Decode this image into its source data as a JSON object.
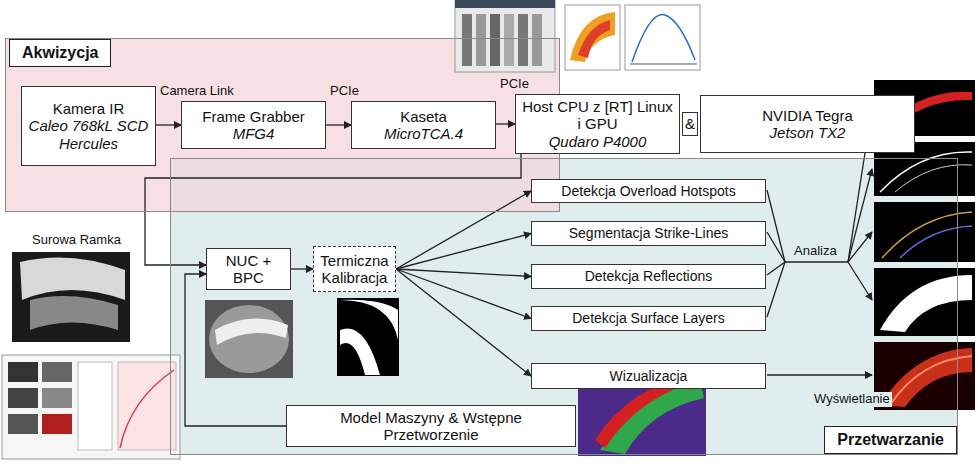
{
  "diagram": {
    "nodes": [
      {
        "text": [
          "Akwizycja"
        ]
      },
      {
        "text": [
          "Kamera IR",
          "Caleo 768kL SCD Hercules"
        ],
        "in": 0
      },
      {
        "text": [
          "Frame Grabber",
          "MFG4"
        ],
        "in": 0
      },
      {
        "text": [
          "Kaseta",
          "MicroTCA.4"
        ],
        "in": 0
      },
      {
        "text": [
          "Host CPU z [RT] Linux i GPU",
          "Qudaro P4000"
        ]
      },
      {
        "text": [
          "&"
        ]
      },
      {
        "text": [
          "NVIDIA Tegra",
          "Jetson TX2"
        ]
      },
      {
        "text": [
          "Przetwarzanie"
        ]
      },
      {
        "text": [
          "NUC + BPC"
        ],
        "in": 7
      },
      {
        "text": [
          "Termiczna Kalibracja"
        ],
        "in": 7
      },
      {
        "text": [
          "Detekcja Overload Hotspots"
        ],
        "in": 7
      },
      {
        "text": [
          "Segmentacja Strike-Lines"
        ],
        "in": 7
      },
      {
        "text": [
          "Detekcja Reflections"
        ],
        "in": 7
      },
      {
        "text": [
          "Detekcja Surface Layers"
        ],
        "in": 7
      },
      {
        "text": [
          "Wizualizacja"
        ],
        "in": 7
      },
      {
        "text": [
          "Model Maszyny & Wstępne Przetworzenie"
        ],
        "in": 7
      }
    ],
    "edges": [
      {
        "from": 1,
        "to": 2,
        "label": "Camera Link",
        "arrow": "to"
      },
      {
        "from": 2,
        "to": 3,
        "label": "PCIe",
        "arrow": "to"
      },
      {
        "from": 3,
        "to": 4,
        "label": "PCIe",
        "arrow": "to"
      },
      {
        "from": 4,
        "to": 8,
        "arrow": "to"
      },
      {
        "from": 15,
        "to": 8,
        "arrow": "to"
      },
      {
        "from": 8,
        "to": 9,
        "arrow": "to"
      },
      {
        "from": 9,
        "to": 10,
        "arrow": "to"
      },
      {
        "from": 9,
        "to": 11,
        "arrow": "to"
      },
      {
        "from": 9,
        "to": 12,
        "arrow": "to"
      },
      {
        "from": 9,
        "to": 13,
        "arrow": "to"
      },
      {
        "from": 9,
        "to": 14,
        "arrow": "to"
      }
    ],
    "labels": [
      "Surowa Ramka",
      "Analiza",
      "Wyświetlanie"
    ]
  }
}
